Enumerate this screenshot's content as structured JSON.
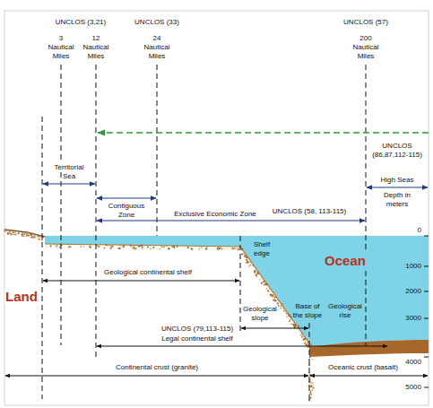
{
  "diagram": {
    "labels": [
      "UNCLOS (3,21)",
      "UNCLOS (33)",
      "UNCLOS (57)",
      "3 Nautical Miles",
      "12 Nautical Miles",
      "24 Nautical Miles",
      "200 Nautical Miles",
      "UNCLOS (86,87,112-115)",
      "Territorial Sea",
      "Contiguous Zone",
      "High Seas",
      "Depth in meters",
      "UNCLOS (58, 113-115)",
      "Exclusive Economic Zone",
      "Shelf edge",
      "Ocean",
      "Land",
      "Geological continental shelf",
      "Geological slope",
      "Base of the slope",
      "Geological rise",
      "UNCLOS (79,113-115)",
      "Legal continental shelf",
      "Continental crust (granite)",
      "Oceanic crust (basalt)",
      "0",
      "1000",
      "2000",
      "3000",
      "4000",
      "5000"
    ]
  }
}
